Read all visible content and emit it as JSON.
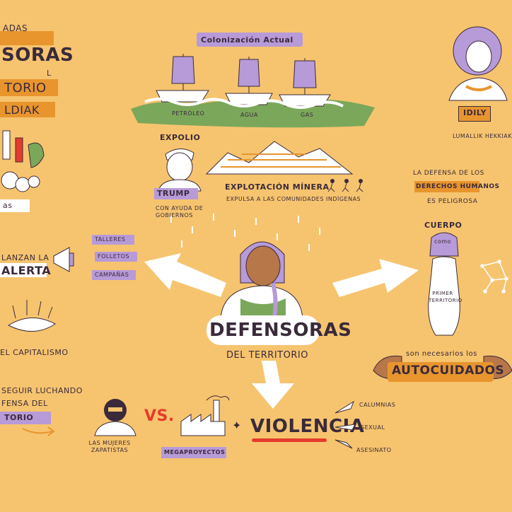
{
  "colors": {
    "background": "#F6C46F",
    "purple": "#B79AD8",
    "dark_purple": "#3a2a3a",
    "orange": "#E8952E",
    "red": "#E53B2C",
    "green": "#7BA75A",
    "white": "#FFFFFF"
  },
  "left_top_title": {
    "line1": "ADAS",
    "line2": "SORAS",
    "line3": "L",
    "line4": "TORIO",
    "line5": "LDIAK"
  },
  "left_fist_caption": "as",
  "colonizacion": {
    "title": "Colonización Actual",
    "labels": [
      "PETRÓLEO",
      "AGUA",
      "GAS"
    ]
  },
  "portrait": {
    "name_tag": "IDILY",
    "caption": "LUMALLIK HEKKIAK"
  },
  "expolio": {
    "title": "EXPOLIO",
    "trump": "TRUMP",
    "caption": "CON AYUDA DE GOBIERNOS"
  },
  "mineria": {
    "title": "EXPLOTACIÓN MÍNERA",
    "caption": "EXPULSA A LAS COMUNIDADES INDÍGENAS"
  },
  "derechos": {
    "line1": "LA DEFENSA DE LOS",
    "line2": "DERECHOS HUMANOS",
    "line3": "ES PELIGROSA"
  },
  "cuerpo": {
    "title": "CUERPO",
    "como": "como",
    "belly": "PRIMER TERRITORIO"
  },
  "alerta": {
    "lead": "LANZAN LA",
    "word": "ALERTA",
    "items": [
      "TALLERES",
      "FOLLETOS",
      "CAMPAÑAS"
    ]
  },
  "capitalismo": "EL CAPITALISMO",
  "center": {
    "title": "DEFENSORAS",
    "subtitle": "DEL TERRITORIO"
  },
  "autocuidados": {
    "lead": "son necesarios los",
    "word": "AUTOCUIDADOS"
  },
  "seguir": {
    "line1": "SEGUIR LUCHANDO",
    "line2": "FENSA DEL",
    "line3": "TORIO"
  },
  "zapatistas": "LAS MUJERES ZAPATISTAS",
  "versus": "VS.",
  "megaproyectos": "MEGAPROYECTOS",
  "violencia": {
    "word": "VIOLENCIA",
    "types": [
      "CALUMNIAS",
      "SEXUAL",
      "ASESINATO"
    ]
  }
}
